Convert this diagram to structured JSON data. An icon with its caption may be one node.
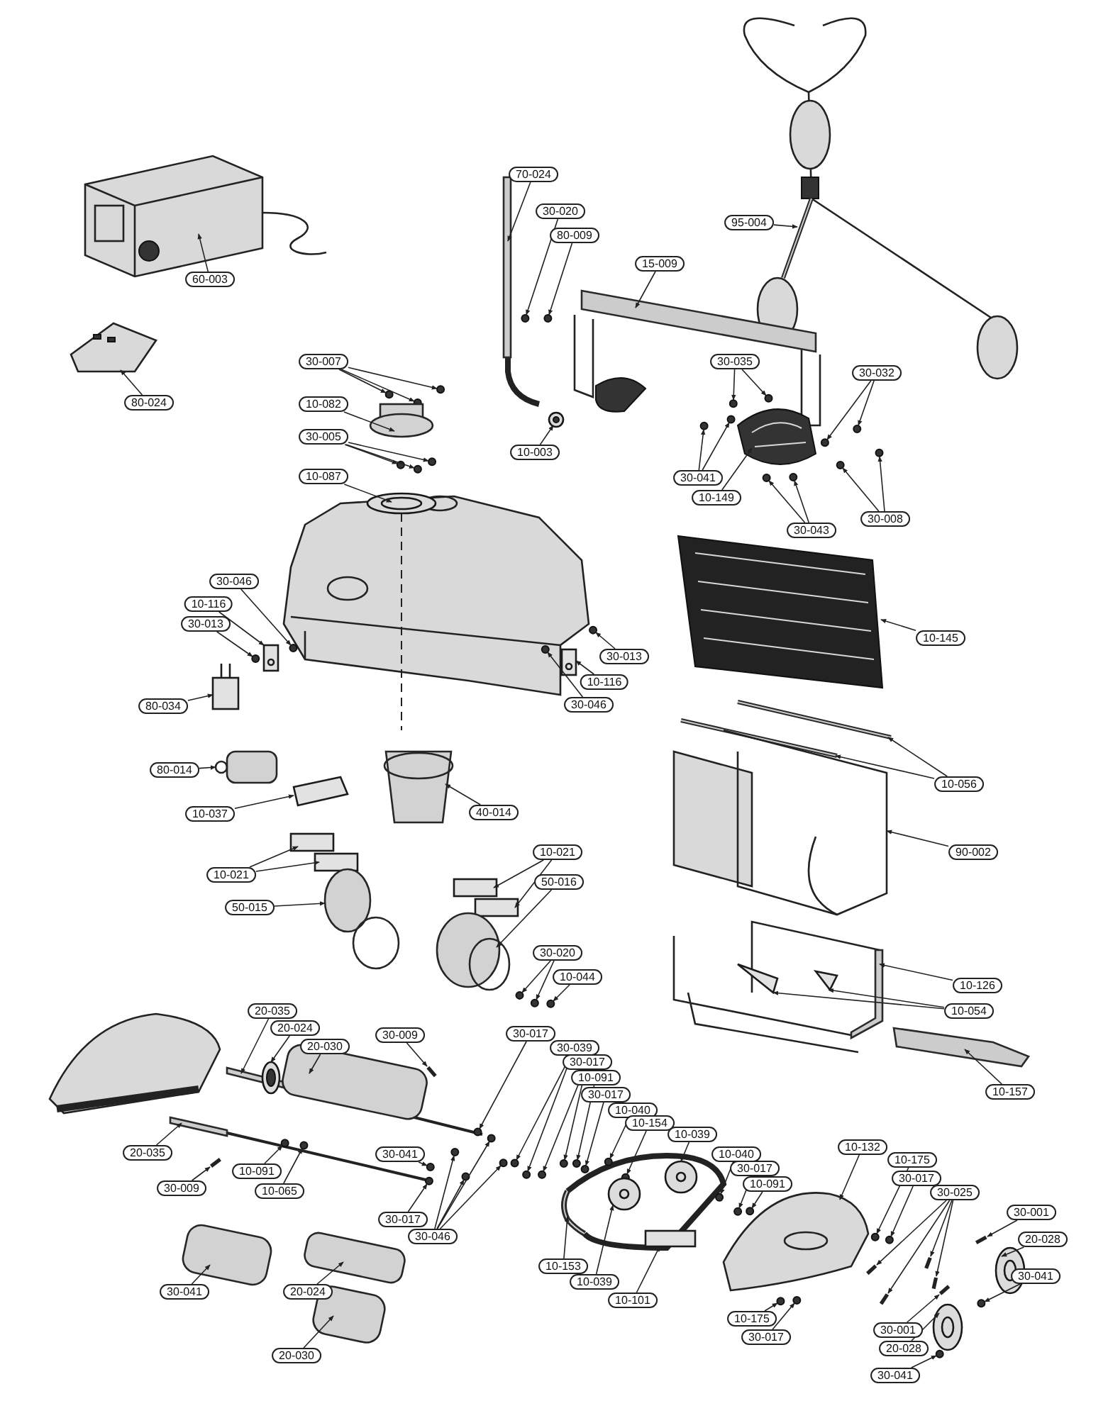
{
  "diagram": {
    "nodes": [
      {
        "text": [
          "60-003"
        ]
      },
      {
        "text": [
          "80-024"
        ]
      },
      {
        "text": [
          "70-024"
        ]
      },
      {
        "text": [
          "30-020"
        ]
      },
      {
        "text": [
          "80-009"
        ]
      },
      {
        "text": [
          "15-009"
        ]
      },
      {
        "text": [
          "95-004"
        ]
      },
      {
        "text": [
          "30-007"
        ]
      },
      {
        "text": [
          "10-082"
        ]
      },
      {
        "text": [
          "30-035"
        ]
      },
      {
        "text": [
          "30-032"
        ]
      },
      {
        "text": [
          "30-005"
        ]
      },
      {
        "text": [
          "10-003"
        ]
      },
      {
        "text": [
          "30-041"
        ]
      },
      {
        "text": [
          "10-087"
        ]
      },
      {
        "text": [
          "10-149"
        ]
      },
      {
        "text": [
          "30-043"
        ]
      },
      {
        "text": [
          "30-008"
        ]
      },
      {
        "text": [
          "30-046"
        ]
      },
      {
        "text": [
          "10-116"
        ]
      },
      {
        "text": [
          "30-013"
        ]
      },
      {
        "text": [
          "10-145"
        ]
      },
      {
        "text": [
          "30-013"
        ]
      },
      {
        "text": [
          "10-116"
        ]
      },
      {
        "text": [
          "30-046"
        ]
      },
      {
        "text": [
          "80-034"
        ]
      },
      {
        "text": [
          "80-014"
        ]
      },
      {
        "text": [
          "10-037"
        ]
      },
      {
        "text": [
          "40-014"
        ]
      },
      {
        "text": [
          "10-056"
        ]
      },
      {
        "text": [
          "10-021"
        ]
      },
      {
        "text": [
          "10-021"
        ]
      },
      {
        "text": [
          "50-015"
        ]
      },
      {
        "text": [
          "50-016"
        ]
      },
      {
        "text": [
          "30-020"
        ]
      },
      {
        "text": [
          "90-002"
        ]
      },
      {
        "text": [
          "10-044"
        ]
      },
      {
        "text": [
          "10-126"
        ]
      },
      {
        "text": [
          "10-054"
        ]
      },
      {
        "text": [
          "20-035"
        ]
      },
      {
        "text": [
          "20-024"
        ]
      },
      {
        "text": [
          "20-030"
        ]
      },
      {
        "text": [
          "30-009"
        ]
      },
      {
        "text": [
          "30-017"
        ]
      },
      {
        "text": [
          "30-039"
        ]
      },
      {
        "text": [
          "30-017"
        ]
      },
      {
        "text": [
          "10-091"
        ]
      },
      {
        "text": [
          "30-017"
        ]
      },
      {
        "text": [
          "10-040"
        ]
      },
      {
        "text": [
          "10-154"
        ]
      },
      {
        "text": [
          "10-039"
        ]
      },
      {
        "text": [
          "10-132"
        ]
      },
      {
        "text": [
          "10-040"
        ]
      },
      {
        "text": [
          "10-175"
        ]
      },
      {
        "text": [
          "30-017"
        ]
      },
      {
        "text": [
          "10-091"
        ]
      },
      {
        "text": [
          "30-017"
        ]
      },
      {
        "text": [
          "30-025"
        ]
      },
      {
        "text": [
          "30-001"
        ]
      },
      {
        "text": [
          "20-035"
        ]
      },
      {
        "text": [
          "30-041"
        ]
      },
      {
        "text": [
          "10-091"
        ]
      },
      {
        "text": [
          "10-065"
        ]
      },
      {
        "text": [
          "30-009"
        ]
      },
      {
        "text": [
          "20-028"
        ]
      },
      {
        "text": [
          "30-017"
        ]
      },
      {
        "text": [
          "30-046"
        ]
      },
      {
        "text": [
          "10-153"
        ]
      },
      {
        "text": [
          "30-041"
        ]
      },
      {
        "text": [
          "10-039"
        ]
      },
      {
        "text": [
          "10-101"
        ]
      },
      {
        "text": [
          "30-041"
        ]
      },
      {
        "text": [
          "20-024"
        ]
      },
      {
        "text": [
          "10-175"
        ]
      },
      {
        "text": [
          "30-001"
        ]
      },
      {
        "text": [
          "30-017"
        ]
      },
      {
        "text": [
          "20-028"
        ]
      },
      {
        "text": [
          "30-041"
        ]
      },
      {
        "text": [
          "20-030"
        ]
      },
      {
        "text": [
          "10-157"
        ]
      },
      {
        "text": [],
        "shape": "picture"
      },
      {
        "text": [],
        "shape": "picture"
      },
      {
        "text": [],
        "shape": "bar"
      },
      {
        "text": [],
        "shape": "circle"
      },
      {
        "text": [],
        "shape": "circle"
      },
      {
        "text": [],
        "shape": "bar"
      },
      {
        "text": [],
        "shape": "bar"
      },
      {
        "text": [],
        "shape": "circle"
      },
      {
        "text": [],
        "shape": "cylinder"
      },
      {
        "text": [],
        "shape": "circle"
      },
      {
        "text": [],
        "shape": "circle"
      },
      {
        "text": [],
        "shape": "circle"
      },
      {
        "text": [],
        "shape": "circle"
      },
      {
        "text": [],
        "shape": "circle"
      },
      {
        "text": [],
        "shape": "circle"
      },
      {
        "text": [],
        "shape": "picture"
      },
      {
        "text": [],
        "shape": "circle"
      },
      {
        "text": [],
        "shape": "circle"
      },
      {
        "text": [],
        "shape": "circle"
      },
      {
        "text": [],
        "shape": "box"
      },
      {
        "text": [],
        "shape": "circle"
      },
      {
        "text": [],
        "shape": "picture"
      },
      {
        "text": [],
        "shape": "circle"
      },
      {
        "text": [],
        "shape": "box"
      },
      {
        "text": [],
        "shape": "circle"
      },
      {
        "text": [],
        "shape": "box"
      },
      {
        "text": [],
        "shape": "cylinder"
      },
      {
        "text": [],
        "shape": "box"
      },
      {
        "text": [],
        "shape": "cylinder"
      },
      {
        "text": [],
        "shape": "bar"
      },
      {
        "text": [],
        "shape": "box"
      },
      {
        "text": [],
        "shape": "box"
      },
      {
        "text": [],
        "shape": "cylinder"
      },
      {
        "text": [],
        "shape": "cylinder"
      },
      {
        "text": [],
        "shape": "circle"
      },
      {
        "text": [],
        "shape": "picture"
      },
      {
        "text": [],
        "shape": "circle"
      },
      {
        "text": [],
        "shape": "bar"
      },
      {
        "text": [],
        "shape": "box"
      },
      {
        "text": [],
        "shape": "bar"
      },
      {
        "text": [],
        "shape": "circle"
      },
      {
        "text": [],
        "shape": "cylinder"
      },
      {
        "text": [],
        "shape": "bar"
      },
      {
        "text": [],
        "shape": "circle"
      },
      {
        "text": [],
        "shape": "circle"
      },
      {
        "text": [],
        "shape": "circle"
      },
      {
        "text": [],
        "shape": "circle"
      },
      {
        "text": [],
        "shape": "circle"
      },
      {
        "text": [],
        "shape": "circle"
      },
      {
        "text": [],
        "shape": "circle"
      },
      {
        "text": [],
        "shape": "circle"
      },
      {
        "text": [],
        "shape": "picture"
      },
      {
        "text": [],
        "shape": "circle"
      },
      {
        "text": [],
        "shape": "circle"
      },
      {
        "text": [],
        "shape": "circle"
      },
      {
        "text": [],
        "shape": "circle"
      },
      {
        "text": [],
        "shape": "circle"
      },
      {
        "text": [],
        "shape": "bar"
      },
      {
        "text": [],
        "shape": "bar"
      },
      {
        "text": [],
        "shape": "bar"
      },
      {
        "text": [],
        "shape": "circle"
      },
      {
        "text": [],
        "shape": "circle"
      },
      {
        "text": [],
        "shape": "circle"
      },
      {
        "text": [],
        "shape": "bar"
      },
      {
        "text": [],
        "shape": "circle"
      },
      {
        "text": [],
        "shape": "circle"
      },
      {
        "text": [],
        "shape": "circle"
      },
      {
        "text": [],
        "shape": "bar"
      },
      {
        "text": [],
        "shape": "circle"
      },
      {
        "text": [],
        "shape": "circle"
      },
      {
        "text": [],
        "shape": "box"
      },
      {
        "text": [],
        "shape": "cylinder"
      },
      {
        "text": [],
        "shape": "cylinder"
      },
      {
        "text": [],
        "shape": "circle"
      },
      {
        "text": [],
        "shape": "bar"
      },
      {
        "text": [],
        "shape": "circle"
      },
      {
        "text": [],
        "shape": "circle"
      },
      {
        "text": [],
        "shape": "circle"
      },
      {
        "text": [],
        "shape": "cylinder"
      },
      {
        "text": [],
        "shape": "bar"
      }
    ],
    "edges": [
      {
        "from": 0,
        "to": 80,
        "arrow": "to"
      },
      {
        "from": 1,
        "to": 81,
        "arrow": "to"
      },
      {
        "from": 2,
        "to": 82,
        "arrow": "to"
      },
      {
        "from": 3,
        "to": 83,
        "arrow": "to"
      },
      {
        "from": 4,
        "to": 84,
        "arrow": "to"
      },
      {
        "from": 5,
        "to": 85,
        "arrow": "to"
      },
      {
        "from": 6,
        "to": 86,
        "arrow": "to"
      },
      {
        "from": 7,
        "to": 87,
        "arrow": "to"
      },
      {
        "from": 7,
        "to": 87,
        "arrow": "to"
      },
      {
        "from": 7,
        "to": 87,
        "arrow": "to"
      },
      {
        "from": 8,
        "to": 88,
        "arrow": "to"
      },
      {
        "from": 9,
        "to": 89,
        "arrow": "to"
      },
      {
        "from": 9,
        "to": 89,
        "arrow": "to"
      },
      {
        "from": 10,
        "to": 90,
        "arrow": "to"
      },
      {
        "from": 10,
        "to": 90,
        "arrow": "to"
      },
      {
        "from": 11,
        "to": 91,
        "arrow": "to"
      },
      {
        "from": 11,
        "to": 91,
        "arrow": "to"
      },
      {
        "from": 11,
        "to": 91,
        "arrow": "to"
      },
      {
        "from": 12,
        "to": 92,
        "arrow": "to"
      },
      {
        "from": 13,
        "to": 93,
        "arrow": "to"
      },
      {
        "from": 13,
        "to": 93,
        "arrow": "to"
      },
      {
        "from": 14,
        "to": 94,
        "arrow": "to"
      },
      {
        "from": 15,
        "to": 95,
        "arrow": "to"
      },
      {
        "from": 16,
        "to": 96,
        "arrow": "to"
      },
      {
        "from": 16,
        "to": 96,
        "arrow": "to"
      },
      {
        "from": 17,
        "to": 97,
        "arrow": "to"
      },
      {
        "from": 17,
        "to": 97,
        "arrow": "to"
      },
      {
        "from": 18,
        "to": 98,
        "arrow": "to"
      },
      {
        "from": 19,
        "to": 99,
        "arrow": "to"
      },
      {
        "from": 20,
        "to": 100,
        "arrow": "to"
      },
      {
        "from": 21,
        "to": 101,
        "arrow": "to"
      },
      {
        "from": 22,
        "to": 102,
        "arrow": "to"
      },
      {
        "from": 23,
        "to": 103,
        "arrow": "to"
      },
      {
        "from": 24,
        "to": 104,
        "arrow": "to"
      },
      {
        "from": 25,
        "to": 105,
        "arrow": "to"
      },
      {
        "from": 26,
        "to": 106,
        "arrow": "to"
      },
      {
        "from": 27,
        "to": 107,
        "arrow": "to"
      },
      {
        "from": 28,
        "to": 108,
        "arrow": "to"
      },
      {
        "from": 29,
        "to": 109,
        "arrow": "to"
      },
      {
        "from": 29,
        "to": 109,
        "arrow": "to"
      },
      {
        "from": 30,
        "to": 110,
        "arrow": "to"
      },
      {
        "from": 30,
        "to": 110,
        "arrow": "to"
      },
      {
        "from": 31,
        "to": 111,
        "arrow": "to"
      },
      {
        "from": 31,
        "to": 111,
        "arrow": "to"
      },
      {
        "from": 32,
        "to": 112,
        "arrow": "to"
      },
      {
        "from": 33,
        "to": 113,
        "arrow": "to"
      },
      {
        "from": 34,
        "to": 114,
        "arrow": "to"
      },
      {
        "from": 34,
        "to": 114,
        "arrow": "to"
      },
      {
        "from": 35,
        "to": 115,
        "arrow": "to"
      },
      {
        "from": 36,
        "to": 116,
        "arrow": "to"
      },
      {
        "from": 37,
        "to": 117,
        "arrow": "to"
      },
      {
        "from": 38,
        "to": 118,
        "arrow": "to"
      },
      {
        "from": 38,
        "to": 118,
        "arrow": "to"
      },
      {
        "from": 39,
        "to": 119,
        "arrow": "to"
      },
      {
        "from": 40,
        "to": 120,
        "arrow": "to"
      },
      {
        "from": 41,
        "to": 121,
        "arrow": "to"
      },
      {
        "from": 42,
        "to": 122,
        "arrow": "to"
      },
      {
        "from": 43,
        "to": 123,
        "arrow": "to"
      },
      {
        "from": 44,
        "to": 124,
        "arrow": "to"
      },
      {
        "from": 44,
        "to": 124,
        "arrow": "to"
      },
      {
        "from": 45,
        "to": 125,
        "arrow": "to"
      },
      {
        "from": 45,
        "to": 125,
        "arrow": "to"
      },
      {
        "from": 46,
        "to": 126,
        "arrow": "to"
      },
      {
        "from": 47,
        "to": 127,
        "arrow": "to"
      },
      {
        "from": 48,
        "to": 128,
        "arrow": "to"
      },
      {
        "from": 49,
        "to": 129,
        "arrow": "to"
      },
      {
        "from": 50,
        "to": 130,
        "arrow": "to"
      },
      {
        "from": 51,
        "to": 131,
        "arrow": "to"
      },
      {
        "from": 52,
        "to": 132,
        "arrow": "to"
      },
      {
        "from": 53,
        "to": 133,
        "arrow": "to"
      },
      {
        "from": 54,
        "to": 134,
        "arrow": "to"
      },
      {
        "from": 55,
        "to": 135,
        "arrow": "to"
      },
      {
        "from": 56,
        "to": 136,
        "arrow": "to"
      },
      {
        "from": 57,
        "to": 137,
        "arrow": "to"
      },
      {
        "from": 57,
        "to": 137,
        "arrow": "to"
      },
      {
        "from": 57,
        "to": 137,
        "arrow": "to"
      },
      {
        "from": 57,
        "to": 137,
        "arrow": "to"
      },
      {
        "from": 58,
        "to": 138,
        "arrow": "to"
      },
      {
        "from": 59,
        "to": 139,
        "arrow": "to"
      },
      {
        "from": 60,
        "to": 140,
        "arrow": "to"
      },
      {
        "from": 61,
        "to": 141,
        "arrow": "to"
      },
      {
        "from": 62,
        "to": 142,
        "arrow": "to"
      },
      {
        "from": 63,
        "to": 143,
        "arrow": "to"
      },
      {
        "from": 64,
        "to": 144,
        "arrow": "to"
      },
      {
        "from": 65,
        "to": 145,
        "arrow": "to"
      },
      {
        "from": 66,
        "to": 146,
        "arrow": "to"
      },
      {
        "from": 66,
        "to": 146,
        "arrow": "to"
      },
      {
        "from": 66,
        "to": 146,
        "arrow": "to"
      },
      {
        "from": 66,
        "to": 146,
        "arrow": "to"
      },
      {
        "from": 67,
        "to": 147,
        "arrow": "to"
      },
      {
        "from": 68,
        "to": 148,
        "arrow": "to"
      },
      {
        "from": 69,
        "to": 149,
        "arrow": "to"
      },
      {
        "from": 70,
        "to": 150,
        "arrow": "to"
      },
      {
        "from": 71,
        "to": 151,
        "arrow": "to"
      },
      {
        "from": 72,
        "to": 152,
        "arrow": "to"
      },
      {
        "from": 73,
        "to": 153,
        "arrow": "to"
      },
      {
        "from": 74,
        "to": 154,
        "arrow": "to"
      },
      {
        "from": 75,
        "to": 155,
        "arrow": "to"
      },
      {
        "from": 76,
        "to": 156,
        "arrow": "to"
      },
      {
        "from": 77,
        "to": 157,
        "arrow": "to"
      },
      {
        "from": 78,
        "to": 158,
        "arrow": "to"
      },
      {
        "from": 79,
        "to": 159,
        "arrow": "to"
      }
    ]
  }
}
